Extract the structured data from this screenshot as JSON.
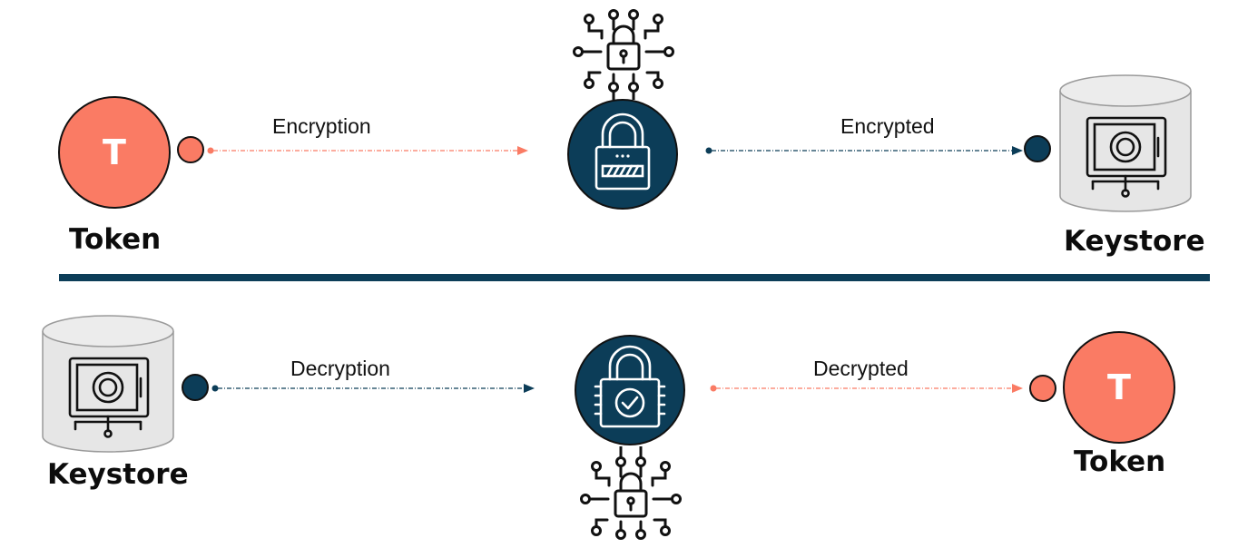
{
  "colors": {
    "accent": "#fa7b64",
    "navy": "#0c3d58",
    "db_fill": "#e6e6e6"
  },
  "top": {
    "token_letter": "T",
    "token_caption": "Token",
    "arrow_label_left": "Encryption",
    "arrow_label_right": "Encrypted",
    "store_caption": "Keystore",
    "center_icon": "padlock-icon",
    "circuit_icon": "circuit-lock-icon",
    "store_icon": "vault-icon"
  },
  "bottom": {
    "store_caption": "Keystore",
    "arrow_label_left": "Decryption",
    "arrow_label_right": "Decrypted",
    "token_letter": "T",
    "token_caption": "Token",
    "center_icon": "padlock-check-icon",
    "circuit_icon": "circuit-lock-icon",
    "store_icon": "vault-icon"
  }
}
